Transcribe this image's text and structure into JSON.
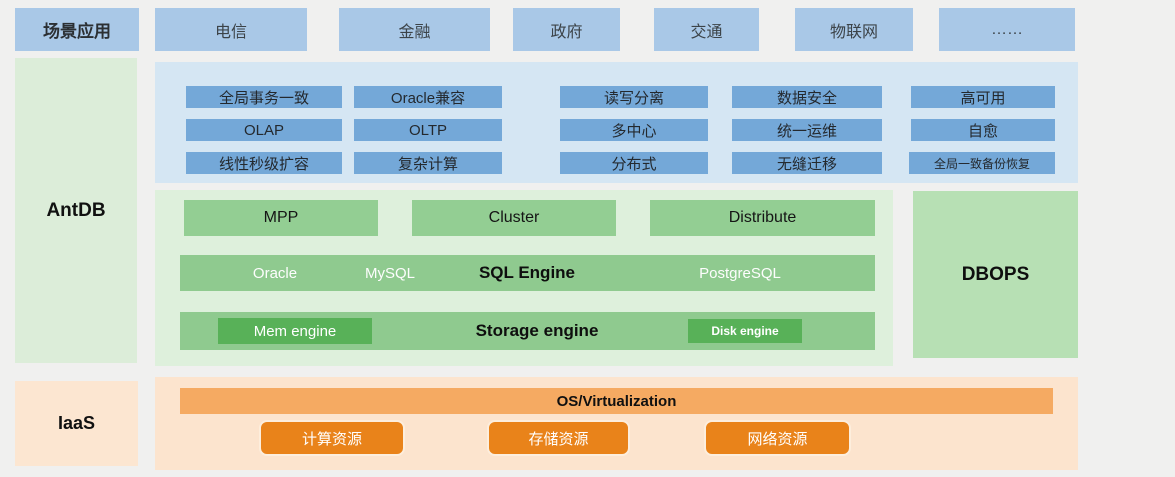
{
  "colors": {
    "background": "#f0f0ef",
    "app_blue": "#a9c8e7",
    "panel_blue": "#d5e6f3",
    "feature_blue": "#74a8d8",
    "panel_green_light": "#def0dc",
    "label_green": "#dcedd9",
    "box_green": "#93ce93",
    "bar_green": "#8fca8f",
    "engine_green_dark": "#58b158",
    "dbops_green": "#b7e0b4",
    "panel_peach": "#fce4ce",
    "os_orange": "#f5aa62",
    "resource_orange": "#e9831a"
  },
  "top_row": {
    "label": "场景应用",
    "apps": [
      "电信",
      "金融",
      "政府",
      "交通",
      "物联网",
      "……"
    ]
  },
  "antdb": {
    "label": "AntDB"
  },
  "features": {
    "items": [
      "全局事务一致",
      "Oracle兼容",
      "读写分离",
      "数据安全",
      "高可用",
      "OLAP",
      "OLTP",
      "多中心",
      "统一运维",
      "自愈",
      "线性秒级扩容",
      "复杂计算",
      "分布式",
      "无缝迁移",
      "全局一致备份恢复"
    ]
  },
  "engine": {
    "modes": [
      "MPP",
      "Cluster",
      "Distribute"
    ],
    "sql": {
      "title": "SQL Engine",
      "dialects": [
        "Oracle",
        "MySQL",
        "PostgreSQL"
      ]
    },
    "storage": {
      "title": "Storage engine",
      "mem": "Mem engine",
      "disk": "Disk engine"
    }
  },
  "dbops": {
    "label": "DBOPS"
  },
  "iaas": {
    "label": "IaaS",
    "os_bar": "OS/Virtualization",
    "resources": [
      "计算资源",
      "存储资源",
      "网络资源"
    ]
  }
}
